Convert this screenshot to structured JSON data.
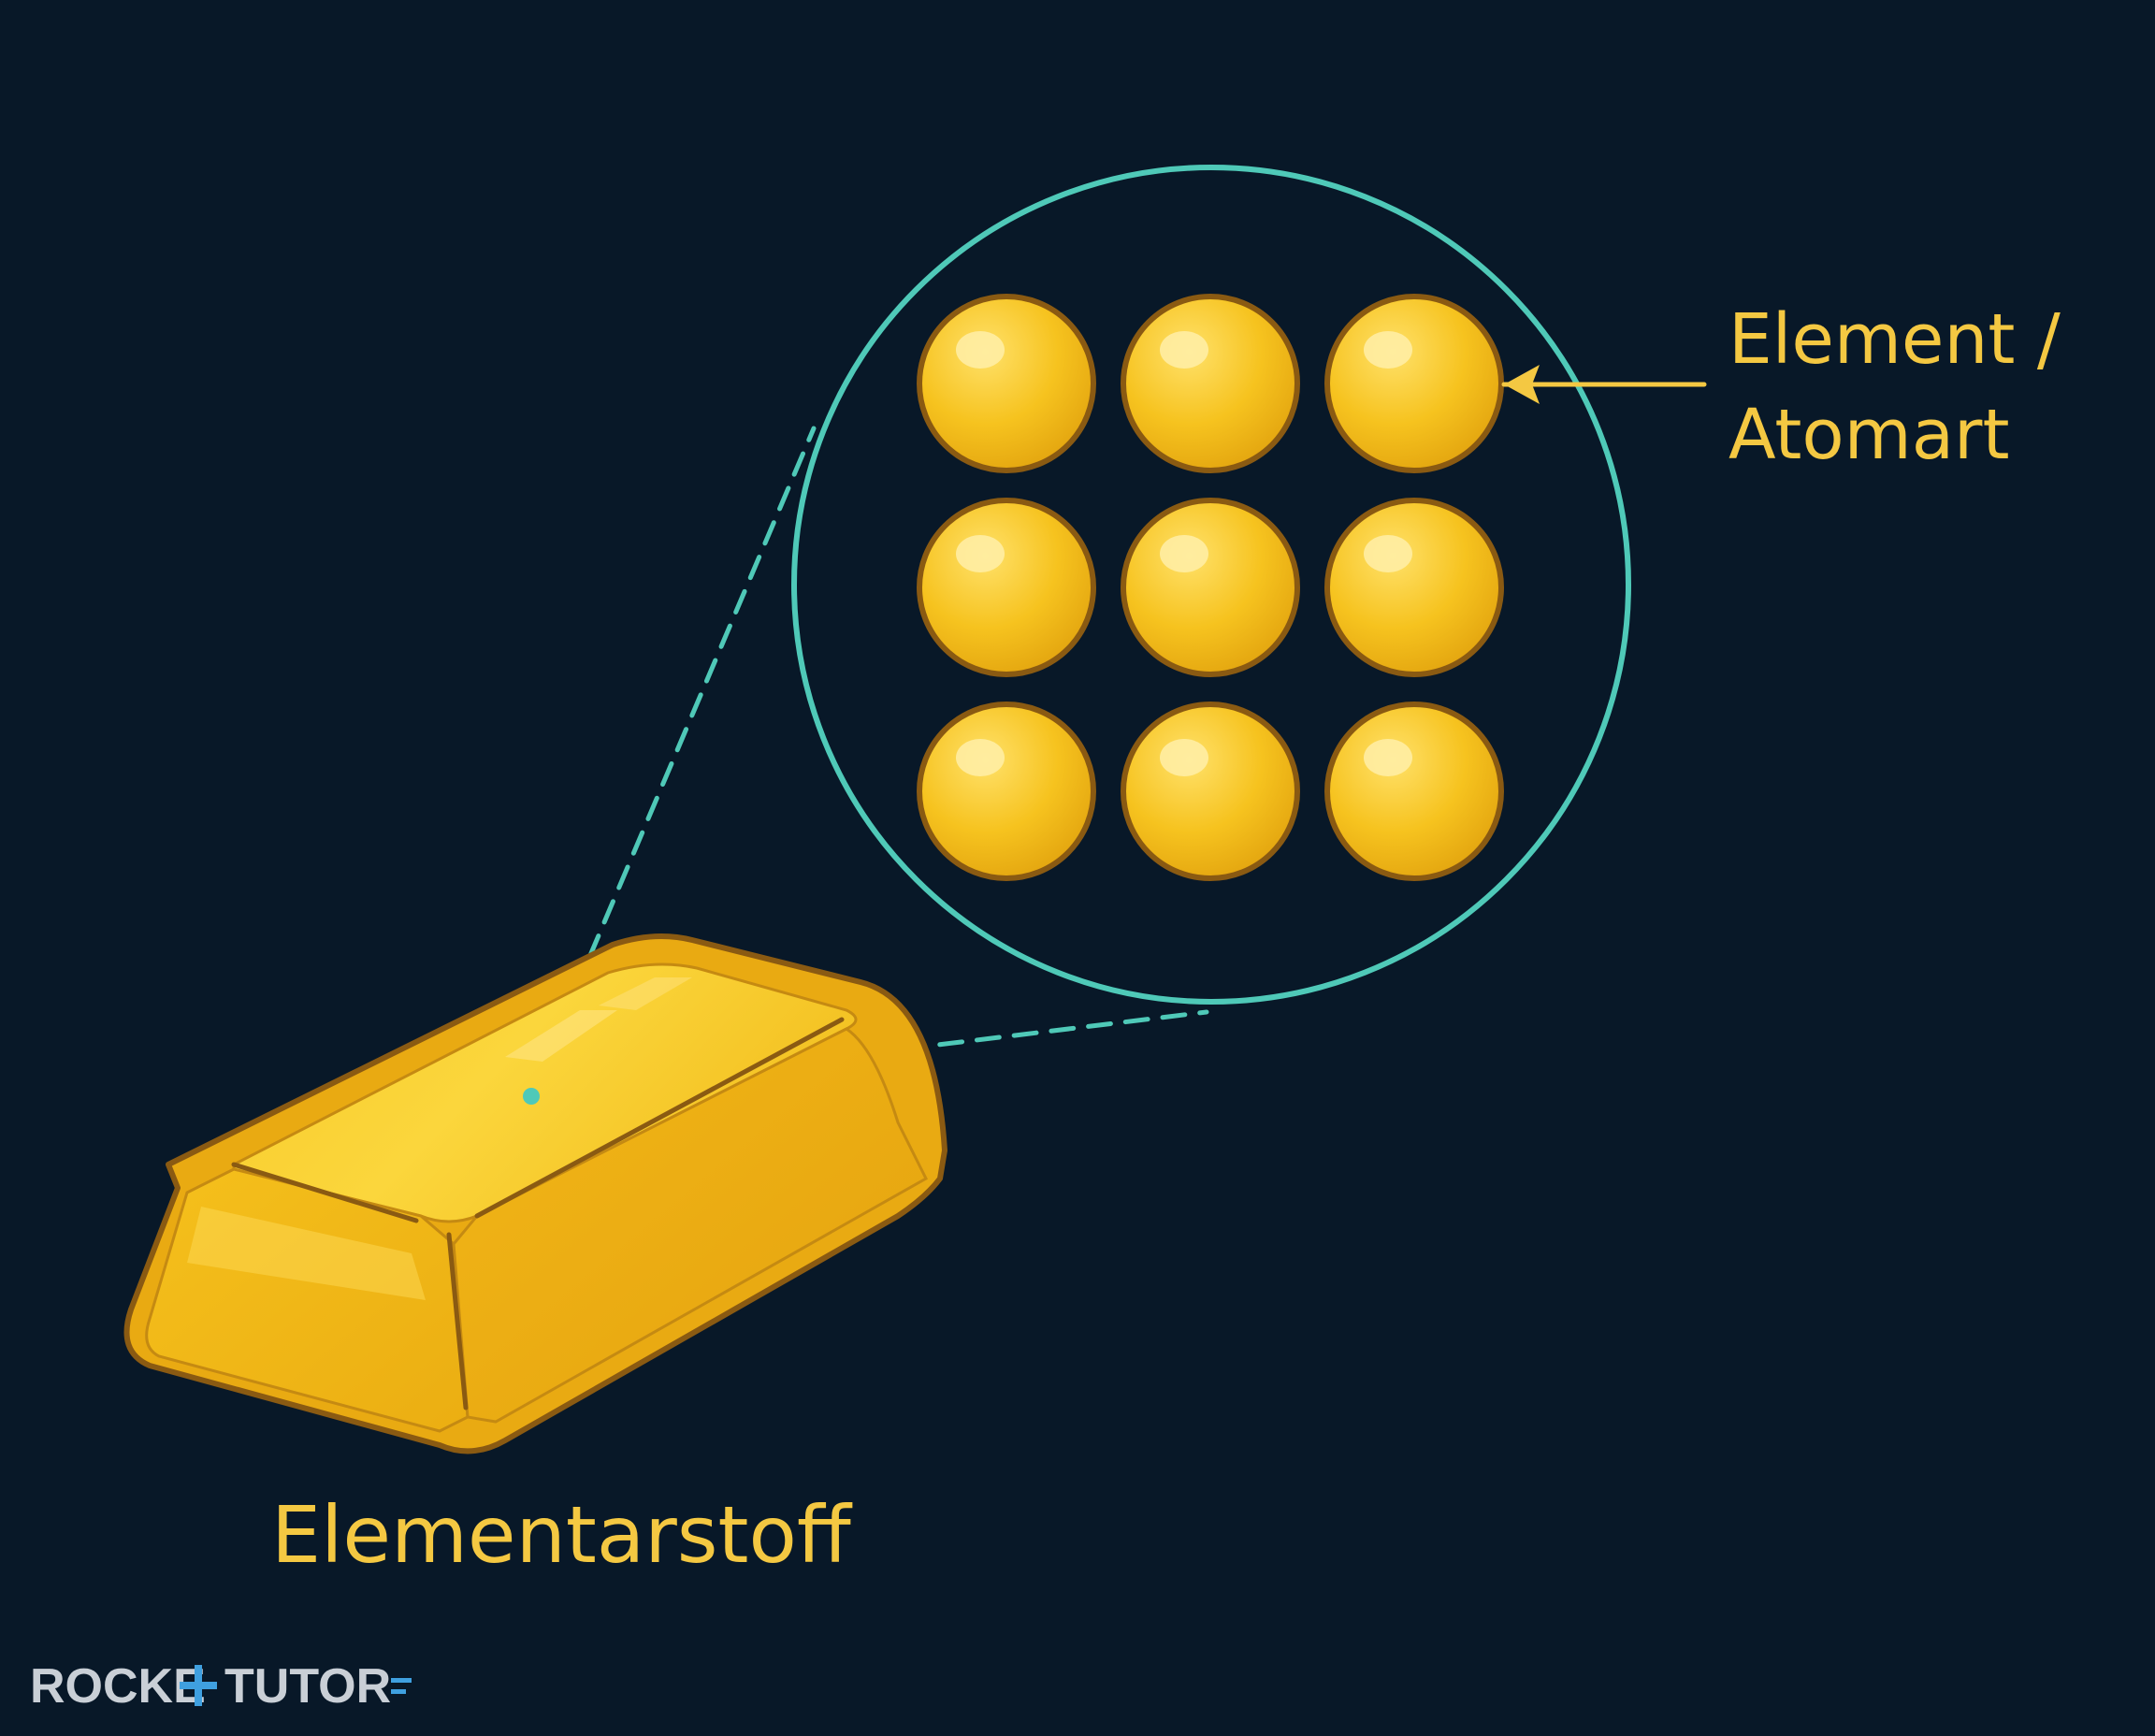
{
  "labels": {
    "atom_label_line1": "Element /",
    "atom_label_line2": "Atomart",
    "bar_label": "Elementarstoff"
  },
  "logo": {
    "text_left": "ROCKE",
    "text_right": "TUTOR"
  },
  "atom_grid": {
    "rows": 3,
    "cols": 3
  },
  "colors": {
    "background": "#081828",
    "label_yellow": "#F4C842",
    "circle_teal": "#4FC9B8",
    "gold_fill": "#F6C31F",
    "gold_outline": "#8A5A12",
    "logo_gray": "#C9CFD6",
    "logo_accent": "#3FA0E0"
  },
  "icons": {
    "bar": "gold-bar-icon",
    "atom": "atom-sphere-icon",
    "arrow": "arrow-left-icon"
  }
}
